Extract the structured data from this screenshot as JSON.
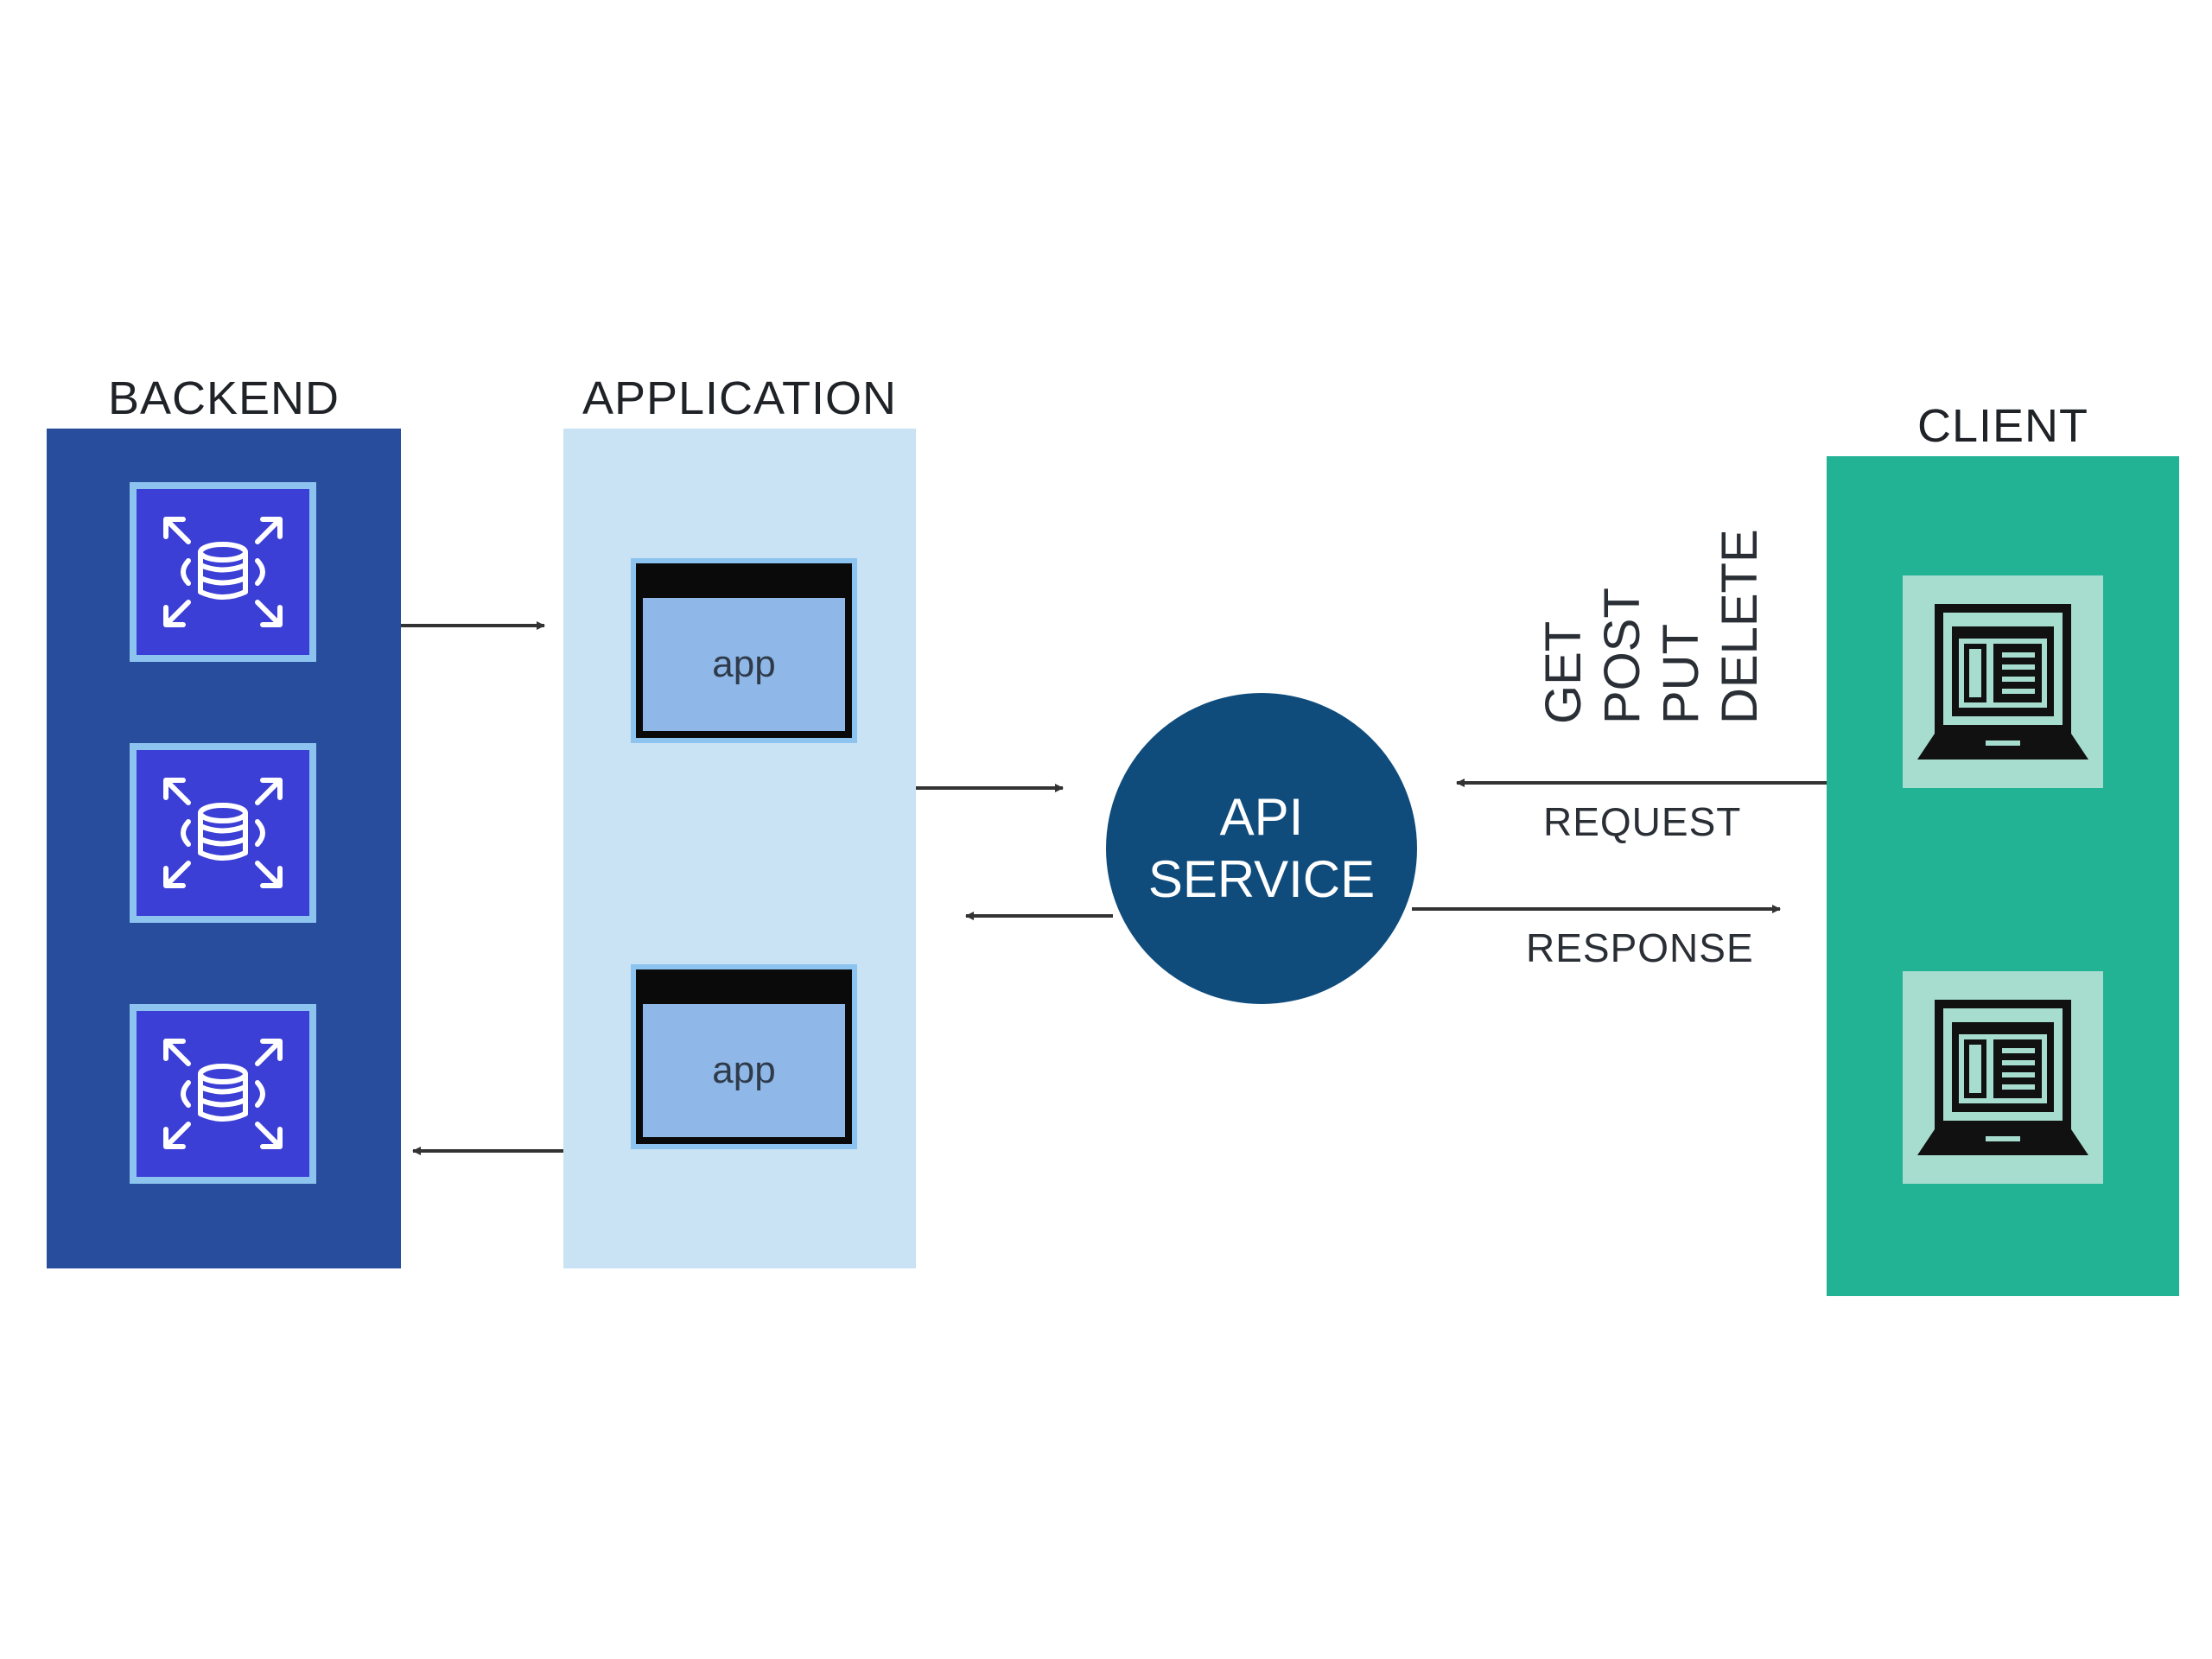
{
  "titles": {
    "backend": "BACKEND",
    "application": "APPLICATION",
    "client": "CLIENT"
  },
  "backend": {
    "databases": [
      {
        "icon": "database-scaling-icon"
      },
      {
        "icon": "database-scaling-icon"
      },
      {
        "icon": "database-scaling-icon"
      }
    ]
  },
  "application": {
    "apps": [
      {
        "label": "app"
      },
      {
        "label": "app"
      }
    ]
  },
  "api": {
    "line1": "API",
    "line2": "SERVICE"
  },
  "client": {
    "devices": [
      {
        "icon": "laptop-icon"
      },
      {
        "icon": "laptop-icon"
      }
    ]
  },
  "edges": {
    "request": "REQUEST",
    "response": "RESPONSE"
  },
  "methods": [
    "GET",
    "POST",
    "PUT",
    "DELETE"
  ],
  "colors": {
    "backend": "#274d9c",
    "application": "#c9e3f5",
    "client": "#22b294",
    "api": "#0f4c7c",
    "db_tile": "#3c3fd6"
  }
}
